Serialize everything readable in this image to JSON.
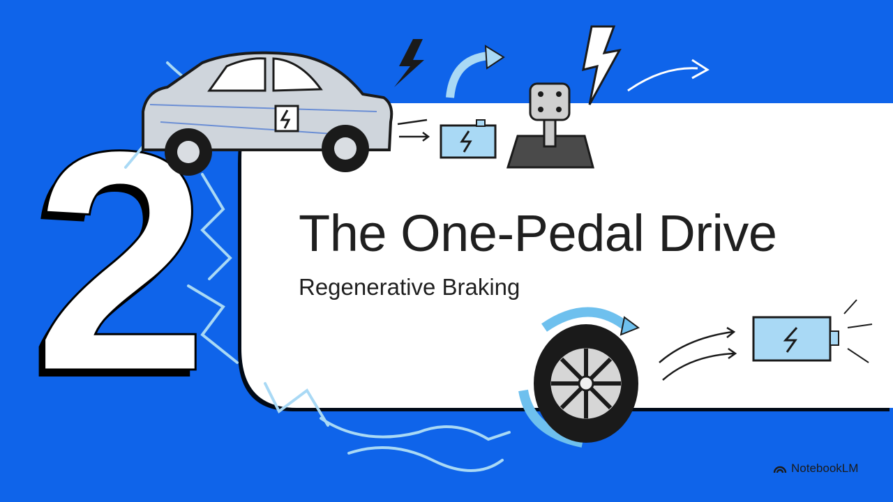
{
  "slide": {
    "number": "2",
    "title": "The One-Pedal Drive",
    "subtitle": "Regenerative Braking"
  },
  "branding": {
    "name": "NotebookLM",
    "icon": "notebooklm-logo-icon"
  },
  "colors": {
    "background": "#0f64ea",
    "card": "#ffffff",
    "text": "#1f1f1f",
    "sketch_blue": "#8ed0f2",
    "ink": "#1a1a1a"
  },
  "illustrations": [
    "electric-car-icon",
    "battery-icon",
    "pedal-icon",
    "lightning-icon",
    "arrow-icon",
    "wheel-icon",
    "energy-flow-icon"
  ]
}
